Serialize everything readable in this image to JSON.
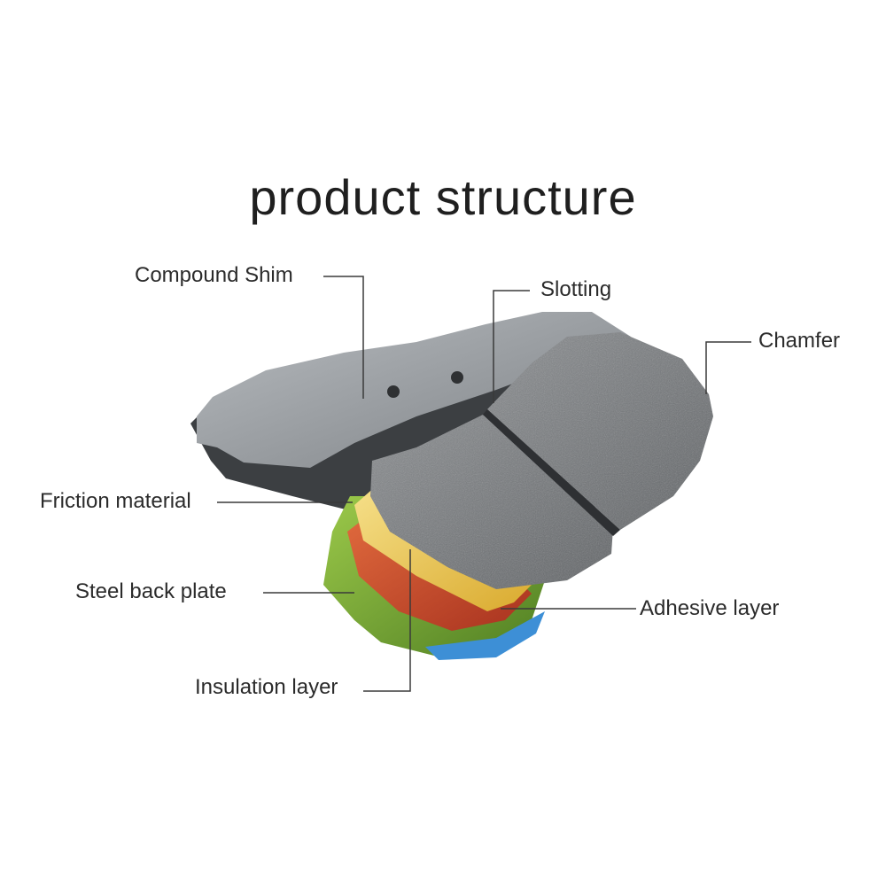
{
  "title": "product structure",
  "labels": {
    "compound_shim": "Compound Shim",
    "slotting": "Slotting",
    "chamfer": "Chamfer",
    "friction_material": "Friction material",
    "steel_back_plate": "Steel back plate",
    "adhesive_layer": "Adhesive layer",
    "insulation_layer": "Insulation layer"
  },
  "layer_colors": {
    "backing_dark": "#3c3f42",
    "shim": "#8d9195",
    "friction": "#6e7174",
    "steel_green": "#6fa032",
    "yellow": "#e8c24a",
    "red": "#c6452c",
    "blue": "#3d8fd6"
  }
}
